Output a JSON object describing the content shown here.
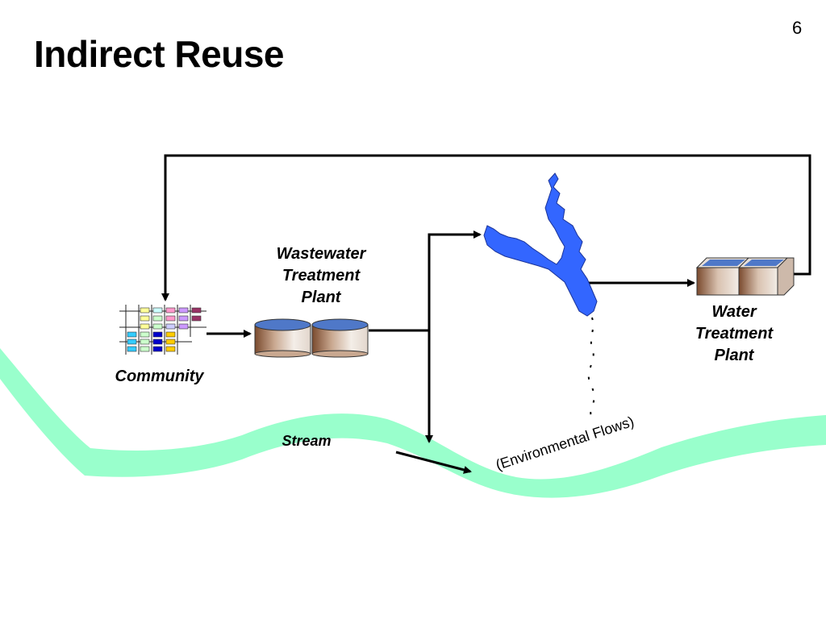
{
  "slide": {
    "title": "Indirect Reuse",
    "page_number": "6"
  },
  "labels": {
    "community": "Community",
    "wastewater_plant": [
      "Wastewater",
      "Treatment",
      "Plant"
    ],
    "water_plant": [
      "Water",
      "Treatment",
      "Plant"
    ],
    "stream": "Stream",
    "environmental_flows": "(Environmental Flows)"
  },
  "colors": {
    "stream": "#99ffcc",
    "reservoir": "#3366ff",
    "tank_dark": "#7a4a2e",
    "tank_light": "#f2ece6",
    "tank_top": "#4f78c8",
    "line": "#000000"
  }
}
